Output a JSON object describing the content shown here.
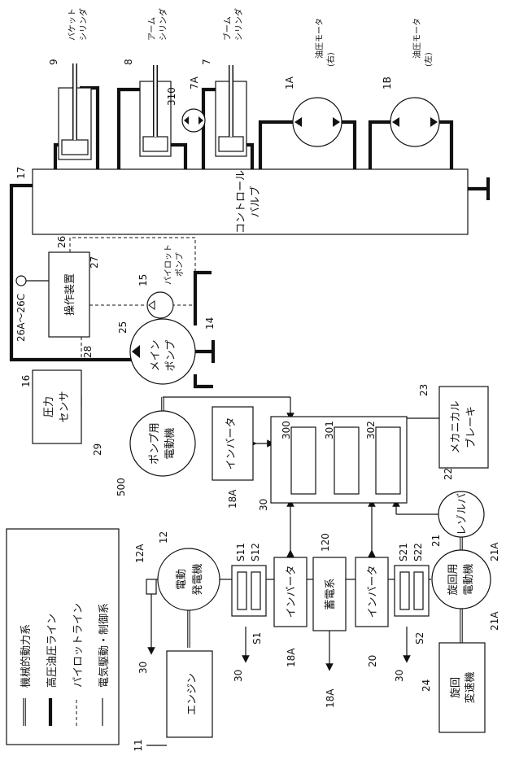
{
  "legend": {
    "mechanical": "機械的動力系",
    "high_pressure": "高圧油圧ライン",
    "pilot": "パイロットライン",
    "electrical": "電気駆動・制御系"
  },
  "components": {
    "engine": "エンジン",
    "engine_no": "11",
    "motor_generator_l1": "電動",
    "motor_generator_l2": "発電機",
    "motor_generator_no": "12",
    "sensor_12a": "12A",
    "inverter_l1": "インバータ",
    "inverter_l1_no": "18A",
    "storage": "蓄電系",
    "storage_no": "120",
    "inverter_l2": "インバータ",
    "inverter_l2_no": "20",
    "swing_reducer_l1": "旋回",
    "swing_reducer_l2": "変速機",
    "swing_reducer_no": "24",
    "swing_motor_l1": "旋回用",
    "swing_motor_l2": "電動機",
    "swing_motor_no": "21",
    "shaft_21a_top": "21A",
    "shaft_21a_bottom": "21A",
    "resolver": "レゾルバ",
    "resolver_no": "22",
    "brake_l1": "メカニカル",
    "brake_l2": "ブレーキ",
    "brake_no": "23",
    "controller_no": "30",
    "controller_300": "300",
    "controller_301": "301",
    "controller_302": "302",
    "inverter_pump": "インバータ",
    "inverter_pump_no": "18A",
    "pump_motor_l1": "ポンプ用",
    "pump_motor_l2": "電動機",
    "pump_motor_no": "500",
    "pressure_sensor_l1": "圧力",
    "pressure_sensor_l2": "センサ",
    "pressure_sensor_no": "29",
    "main_pump_l1": "メイン",
    "main_pump_l2": "ポンプ",
    "main_pump_no": "14",
    "pilot_pump_l1": "パイロット",
    "pilot_pump_l2": "ポンプ",
    "pilot_pump_no": "15",
    "operating_device": "操作装置",
    "operating_device_no": "26",
    "levers": "26A～26C",
    "control_valve_l1": "コントロール",
    "control_valve_l2": "バルブ",
    "control_valve_no": "17",
    "bucket_l1": "バケット",
    "bucket_l2": "シリンダ",
    "bucket_no": "9",
    "arm_l1": "アーム",
    "arm_l2": "シリンダ",
    "arm_no": "8",
    "boom_l1": "ブーム",
    "boom_l2": "シリンダ",
    "boom_no": "7",
    "boom_regen_no": "7A",
    "valve_310": "310",
    "motor_right_l1": "油圧モータ",
    "motor_right_l2": "(右)",
    "motor_right_no": "1A",
    "motor_left_l1": "油圧モータ",
    "motor_left_l2": "(左)",
    "motor_left_no": "1B"
  },
  "refs": {
    "s1": "S1",
    "s11": "S11",
    "s12": "S12",
    "s2": "S2",
    "s21": "S21",
    "s22": "S22",
    "line16": "16",
    "line25": "25",
    "line27": "27",
    "line28": "28",
    "to30_a": "30",
    "to30_b": "30",
    "to30_c": "30",
    "to18a": "18A"
  }
}
